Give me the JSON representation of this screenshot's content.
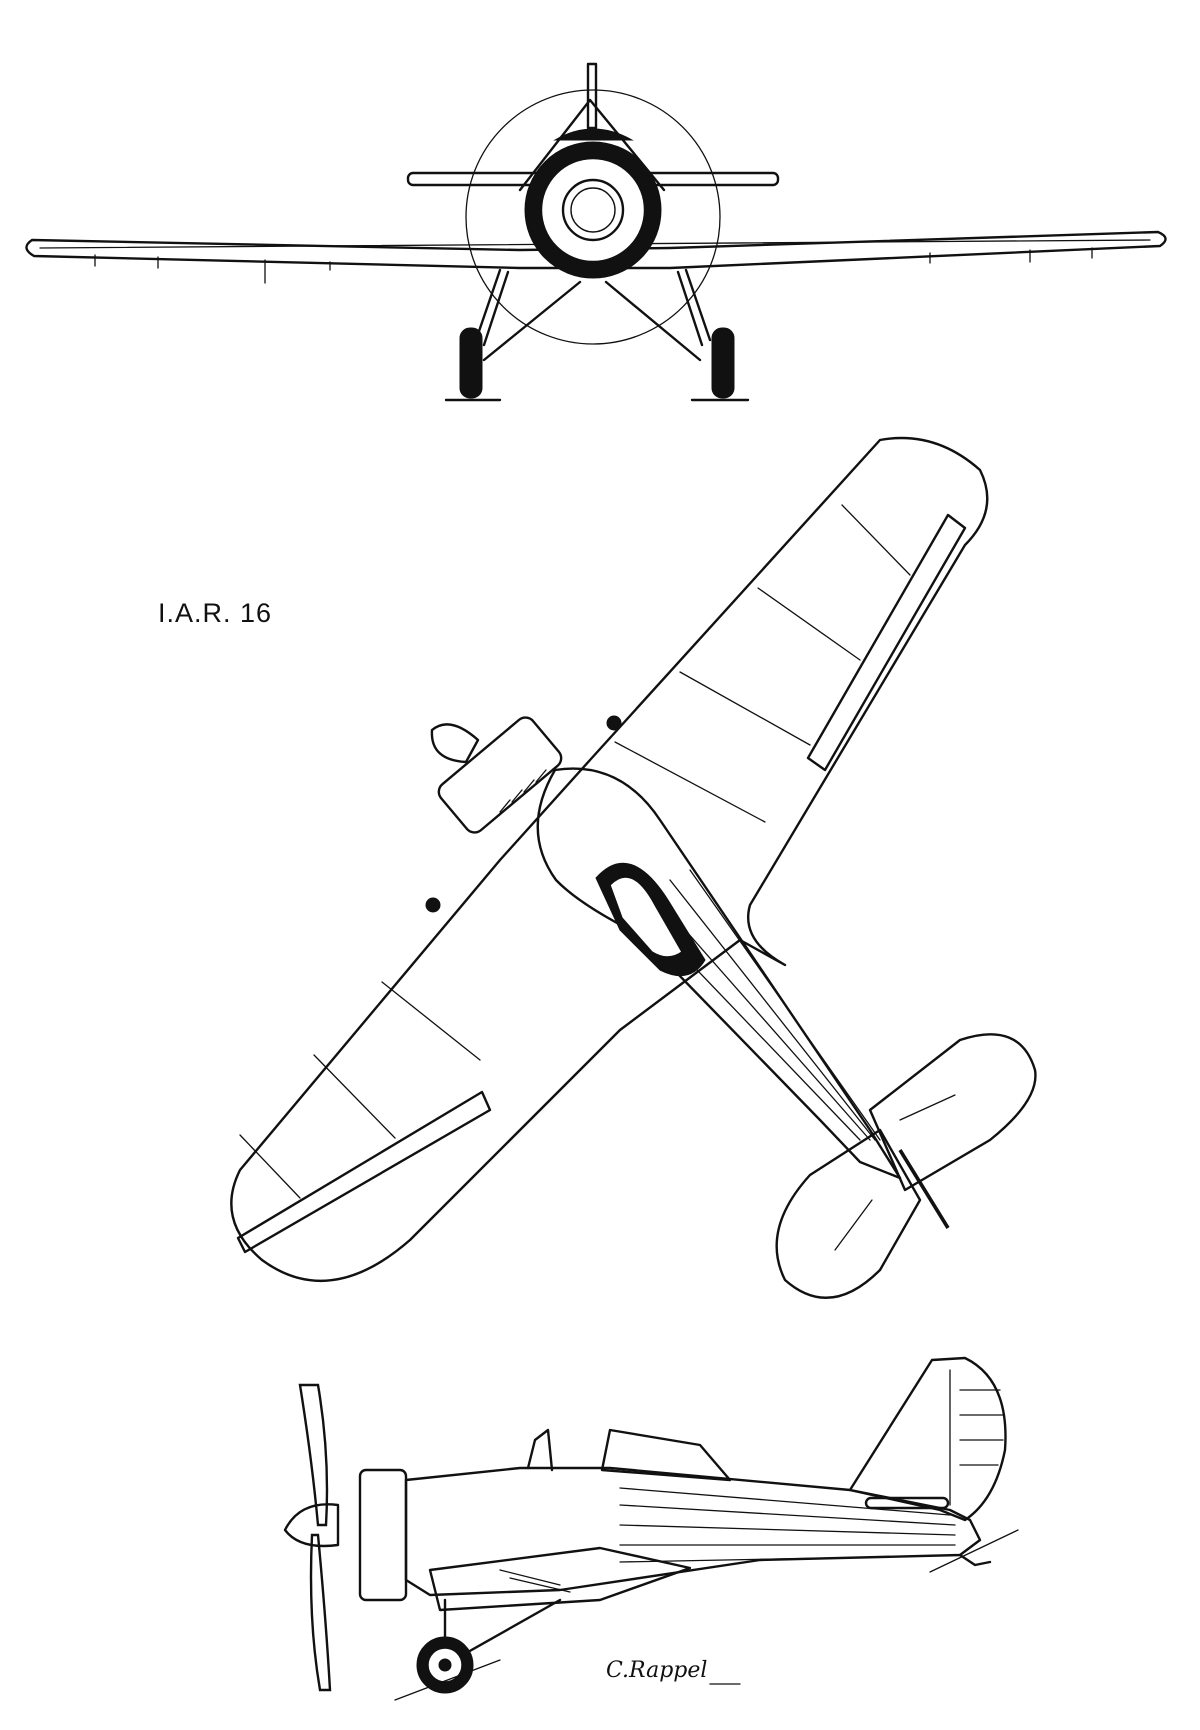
{
  "drawing": {
    "title": "I.A.R. 16",
    "signature": "C.Rappel",
    "views": [
      "front-view",
      "top-view",
      "side-view"
    ]
  }
}
